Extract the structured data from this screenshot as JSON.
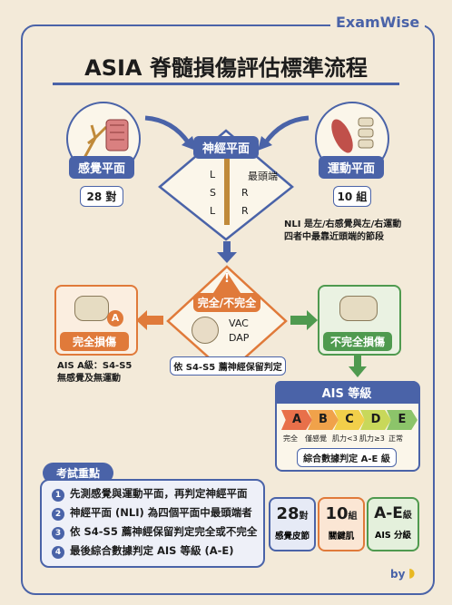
{
  "brand": "ExamWise",
  "title": "ASIA 脊髓損傷評估標準流程",
  "sensory": {
    "label": "感覺平面",
    "count": "28 對"
  },
  "motor": {
    "label": "運動平面",
    "count": "10 組"
  },
  "nli": {
    "label": "神經平面",
    "top_note": "最頭端",
    "rows": [
      {
        "left": "L",
        "right": ""
      },
      {
        "left": "S",
        "right": "R"
      },
      {
        "left": "L",
        "right": "R"
      }
    ],
    "note_line1": "NLI 是左/右感覺與左/右運動",
    "note_line2": "四者中最靠近頭端的節段"
  },
  "decision": {
    "label": "完全/不完全",
    "vac": "VAC",
    "dap": "DAP",
    "caption": "依 S4-S5 薦神經保留判定"
  },
  "complete": {
    "badge": "A",
    "label": "完全損傷",
    "note_line1": "AIS A級：S4-S5",
    "note_line2": "無感覺及無運動"
  },
  "incomplete": {
    "label": "不完全損傷"
  },
  "ais": {
    "title": "AIS 等級",
    "grades": [
      "A",
      "B",
      "C",
      "D",
      "E"
    ],
    "grade_labels": [
      "完全",
      "僅感覺",
      "肌力<3",
      "肌力≥3",
      "正常"
    ],
    "caption": "綜合數據判定 A-E 級"
  },
  "key_points": {
    "title": "考試重點",
    "items": [
      {
        "num": "1",
        "text": "先測感覺與運動平面，再判定神經平面"
      },
      {
        "num": "2",
        "text": "神經平面 (NLI) 為四個平面中最頭端者"
      },
      {
        "num": "3",
        "text": "依 S4-S5 薦神經保留判定完全或不完全"
      },
      {
        "num": "4",
        "text": "最後綜合數據判定 AIS 等級 (A-E)"
      }
    ]
  },
  "stats": [
    {
      "value": "28",
      "unit": "對",
      "label": "感覺皮節",
      "color": "#4a63a8"
    },
    {
      "value": "10",
      "unit": "組",
      "label": "關鍵肌",
      "color": "#e07a3a"
    },
    {
      "value": "A-E",
      "unit": "級",
      "label": "AIS 分級",
      "color": "#4f9a4f"
    }
  ],
  "footer": "by"
}
